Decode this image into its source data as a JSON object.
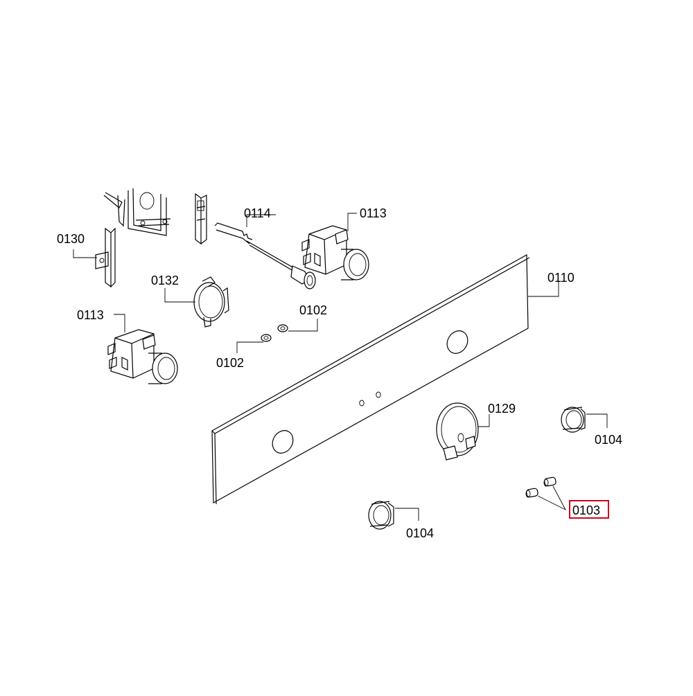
{
  "labels": {
    "l0130": "0130",
    "l0114": "0114",
    "l0113a": "0113",
    "l0132": "0132",
    "l0110": "0110",
    "l0113b": "0113",
    "l0102a": "0102",
    "l0102b": "0102",
    "l0129": "0129",
    "l0104a": "0104",
    "l0104b": "0104",
    "l0103": "0103"
  },
  "highlighted_label": "0103",
  "colors": {
    "highlight": "#d0021b",
    "line": "#000000",
    "background": "#ffffff"
  }
}
